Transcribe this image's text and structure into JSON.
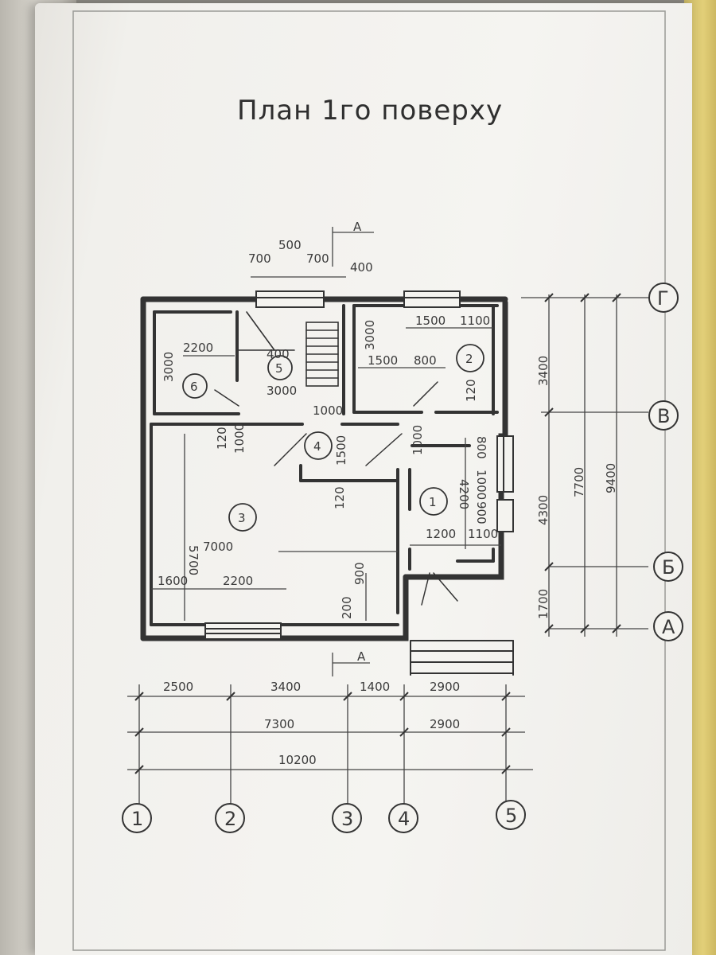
{
  "title": "План 1го поверху",
  "section_marker": "А",
  "rooms": {
    "r1": "1",
    "r2": "2",
    "r3": "3",
    "r4": "4",
    "r5": "5",
    "r6": "6"
  },
  "axes_x": [
    "1",
    "2",
    "3",
    "4",
    "5"
  ],
  "axes_y": [
    "А",
    "Б",
    "В",
    "Г"
  ],
  "dims_bottom_row1": [
    "2500",
    "3400",
    "1400",
    "2900"
  ],
  "dims_bottom_row2": [
    "7300",
    "2900"
  ],
  "dims_bottom_row3": [
    "10200"
  ],
  "dims_right": [
    "3400",
    "4300",
    "1700",
    "7700",
    "9400"
  ],
  "dims_top": [
    "700",
    "500",
    "700",
    "400"
  ],
  "dims_inner": {
    "d3000_r6": "3000",
    "d2200_r6": "2200",
    "d3000_r2": "3000",
    "d1500_r2a": "1500",
    "d1100_r2": "1100",
    "d1500_r2b": "1500",
    "d800_r2": "800",
    "d120_r2": "120",
    "d400_st": "400",
    "d3000_st": "3000",
    "d1000_a": "1000",
    "d120_a": "120",
    "d1000_b": "1000",
    "d1500_c": "1500",
    "d1000_c": "1000",
    "d120_b": "120",
    "d5700": "5700",
    "d7000": "7000",
    "d1600": "1600",
    "d2200_b": "2200",
    "d900": "900",
    "d200": "200",
    "d4200": "4200",
    "d800_b": "800",
    "d1200": "1200",
    "d1100_b": "1100",
    "d1000_d": "1000",
    "d900_b": "900"
  }
}
